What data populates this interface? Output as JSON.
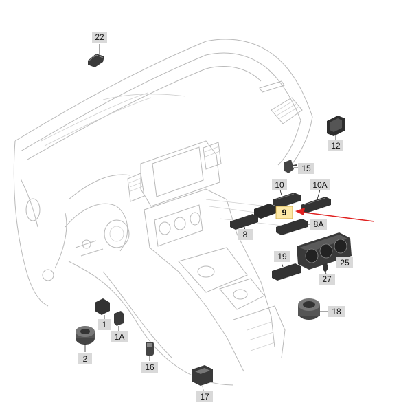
{
  "diagram": {
    "callouts": {
      "c22": "22",
      "c12": "12",
      "c15": "15",
      "c10": "10",
      "c10a": "10A",
      "c9": "9",
      "c8a": "8A",
      "c8": "8",
      "c19": "19",
      "c25": "25",
      "c27": "27",
      "c18": "18",
      "c1": "1",
      "c1a": "1A",
      "c2": "2",
      "c16": "16",
      "c17": "17"
    },
    "highlight": {
      "target": "9",
      "color": "#e0201f",
      "box_fill": "#fde9a6"
    },
    "colors": {
      "line": "#b9b9b9",
      "part": "#2a2a2a",
      "label_box": "#d9d9d9"
    }
  }
}
